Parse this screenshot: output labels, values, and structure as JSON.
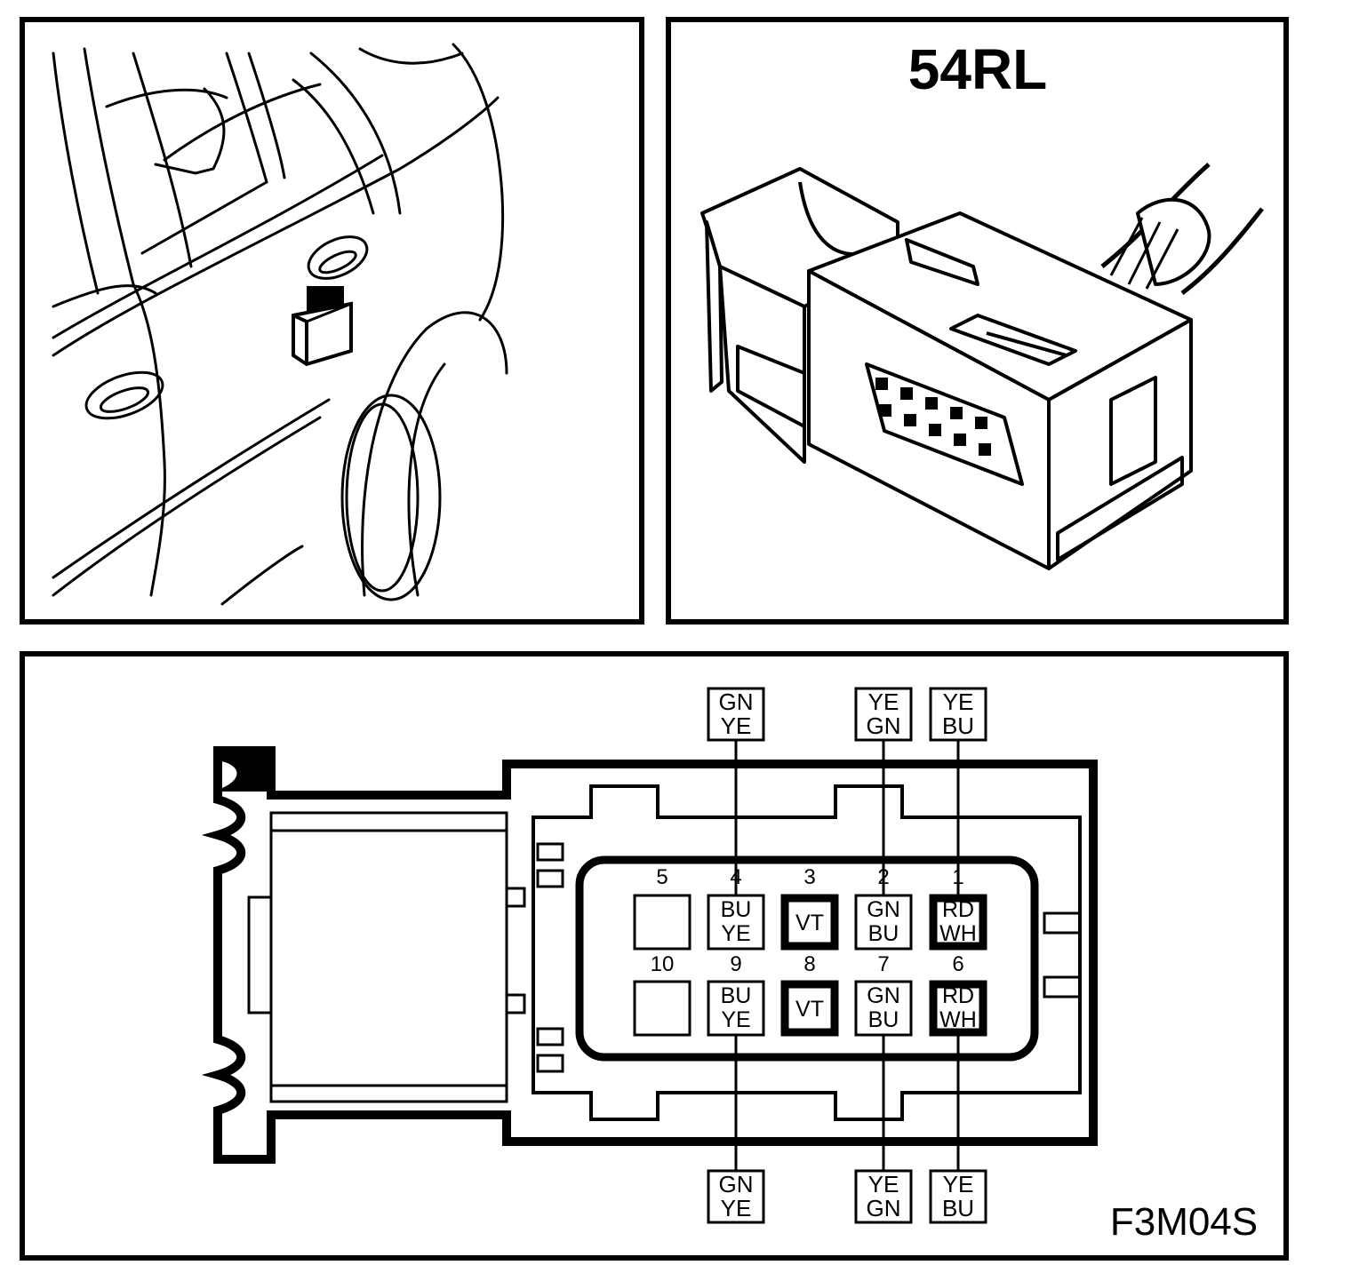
{
  "connector_title": "54RL",
  "figure_code": "F3M04S",
  "pins": [
    {
      "num": "1",
      "colors": [
        "RD",
        "WH"
      ],
      "style": "thick"
    },
    {
      "num": "2",
      "colors": [
        "GN",
        "BU"
      ],
      "style": "thin"
    },
    {
      "num": "3",
      "colors": [
        "VT"
      ],
      "style": "thick"
    },
    {
      "num": "4",
      "colors": [
        "BU",
        "YE"
      ],
      "style": "thin"
    },
    {
      "num": "5",
      "colors": [],
      "style": "thin"
    },
    {
      "num": "6",
      "colors": [
        "RD",
        "WH"
      ],
      "style": "thick"
    },
    {
      "num": "7",
      "colors": [
        "GN",
        "BU"
      ],
      "style": "thin"
    },
    {
      "num": "8",
      "colors": [
        "VT"
      ],
      "style": "thick"
    },
    {
      "num": "9",
      "colors": [
        "BU",
        "YE"
      ],
      "style": "thin"
    },
    {
      "num": "10",
      "colors": [],
      "style": "thin"
    }
  ],
  "wires_top": [
    {
      "pin": "4",
      "colors": [
        "GN",
        "YE"
      ]
    },
    {
      "pin": "2",
      "colors": [
        "YE",
        "GN"
      ]
    },
    {
      "pin": "1",
      "colors": [
        "YE",
        "BU"
      ]
    }
  ],
  "wires_bottom": [
    {
      "pin": "9",
      "colors": [
        "GN",
        "YE"
      ]
    },
    {
      "pin": "7",
      "colors": [
        "YE",
        "GN"
      ]
    },
    {
      "pin": "6",
      "colors": [
        "YE",
        "BU"
      ]
    }
  ]
}
